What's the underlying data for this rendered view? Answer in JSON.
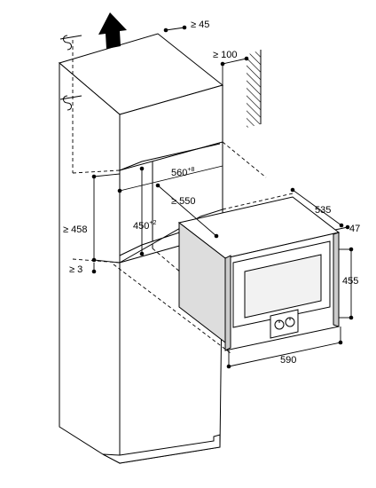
{
  "dimensions": {
    "top_clearance": "≥ 45",
    "rear_clearance": "≥ 100",
    "niche_width": "560",
    "niche_width_tol": "+8",
    "niche_depth": "≥ 550",
    "niche_height": "450",
    "niche_height_tol": "+2",
    "cabinet_opening": "≥ 458",
    "gap_bottom": "≥ 3",
    "appliance_depth": "535",
    "front_thickness": "47",
    "appliance_height": "455",
    "appliance_width": "590"
  },
  "colors": {
    "line": "#000000",
    "cabinet_fill": "#ffffff",
    "shade": "#dddddd",
    "window": "#f2f2f2"
  },
  "icons": [
    "airflow-arrow-icon",
    "cut-mark-icon",
    "wall-hatch-icon"
  ]
}
